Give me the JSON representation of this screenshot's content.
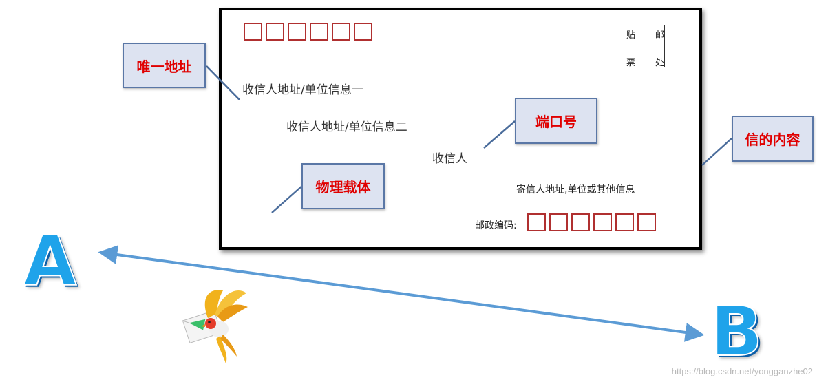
{
  "envelope": {
    "stamp_chars": [
      "贴",
      "邮",
      "票",
      "处"
    ],
    "recipient_line1": "收信人地址/单位信息一",
    "recipient_line2": "收信人地址/单位信息二",
    "recipient": "收信人",
    "sender_info": "寄信人地址,单位或其他信息",
    "postcode_label": "邮政编码:"
  },
  "callouts": {
    "unique_address": "唯一地址",
    "port_number": "端口号",
    "letter_content": "信的内容",
    "physical_carrier": "物理载体"
  },
  "endpoints": {
    "a": "A",
    "b": "B"
  },
  "watermark": "https://blog.csdn.net/yongganzhe02",
  "colors": {
    "callout_text": "#e00000",
    "callout_fill": "#dde3f1",
    "callout_border": "#5a77a6",
    "letter_blue": "#1fa3ea",
    "arrow_blue": "#5b9bd5",
    "zip_box_border": "#b03030"
  },
  "icons": [
    "bird-with-envelope-icon"
  ]
}
